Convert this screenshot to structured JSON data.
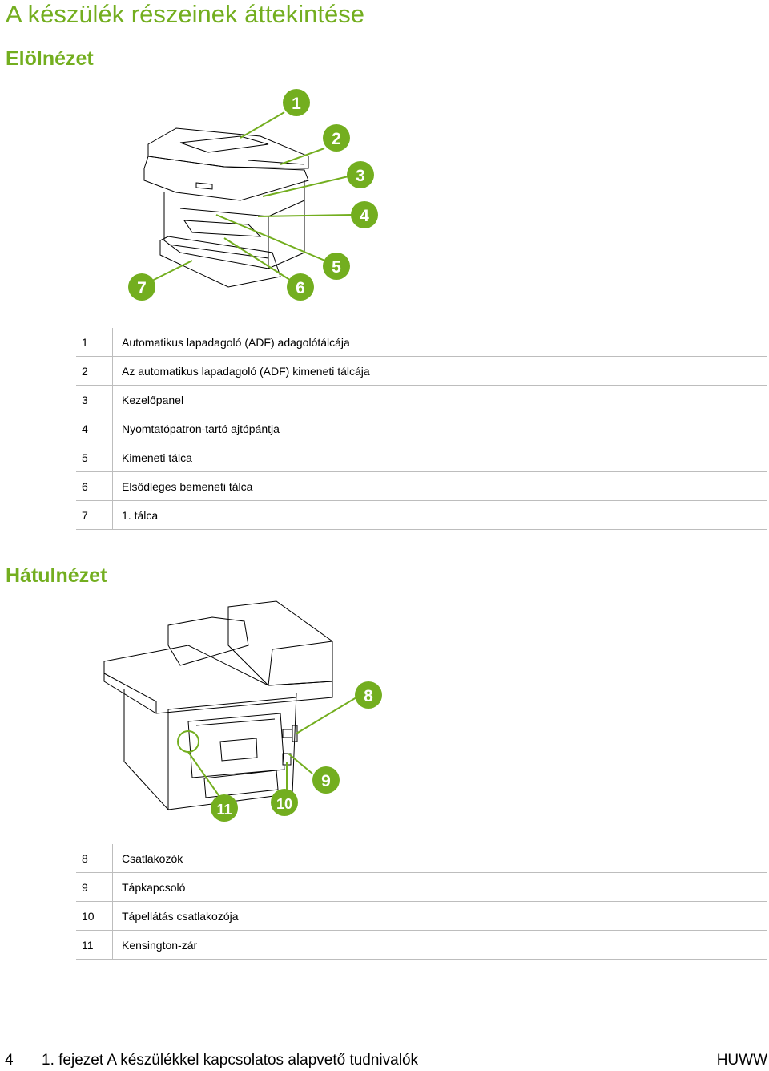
{
  "page_title": "A készülék részeinek áttekintése",
  "front": {
    "heading": "Elölnézet",
    "callouts": [
      "1",
      "2",
      "3",
      "4",
      "5",
      "6",
      "7"
    ],
    "rows": [
      {
        "num": "1",
        "label": "Automatikus lapadagoló (ADF) adagolótálcája"
      },
      {
        "num": "2",
        "label": "Az automatikus lapadagoló (ADF) kimeneti tálcája"
      },
      {
        "num": "3",
        "label": "Kezelőpanel"
      },
      {
        "num": "4",
        "label": "Nyomtatópatron-tartó ajtópántja"
      },
      {
        "num": "5",
        "label": "Kimeneti tálca"
      },
      {
        "num": "6",
        "label": "Elsődleges bemeneti tálca"
      },
      {
        "num": "7",
        "label": "1. tálca"
      }
    ]
  },
  "rear": {
    "heading": "Hátulnézet",
    "callouts": [
      "8",
      "9",
      "10",
      "11"
    ],
    "rows": [
      {
        "num": "8",
        "label": "Csatlakozók"
      },
      {
        "num": "9",
        "label": "Tápkapcsoló"
      },
      {
        "num": "10",
        "label": "Tápellátás csatlakozója"
      },
      {
        "num": "11",
        "label": "Kensington-zár"
      }
    ]
  },
  "footer": {
    "page_number": "4",
    "chapter": "1. fejezet   A készülékkel kapcsolatos alapvető tudnivalók",
    "brand": "HUWW"
  },
  "colors": {
    "accent": "#73ae1f",
    "rule": "#bdbdbd"
  }
}
